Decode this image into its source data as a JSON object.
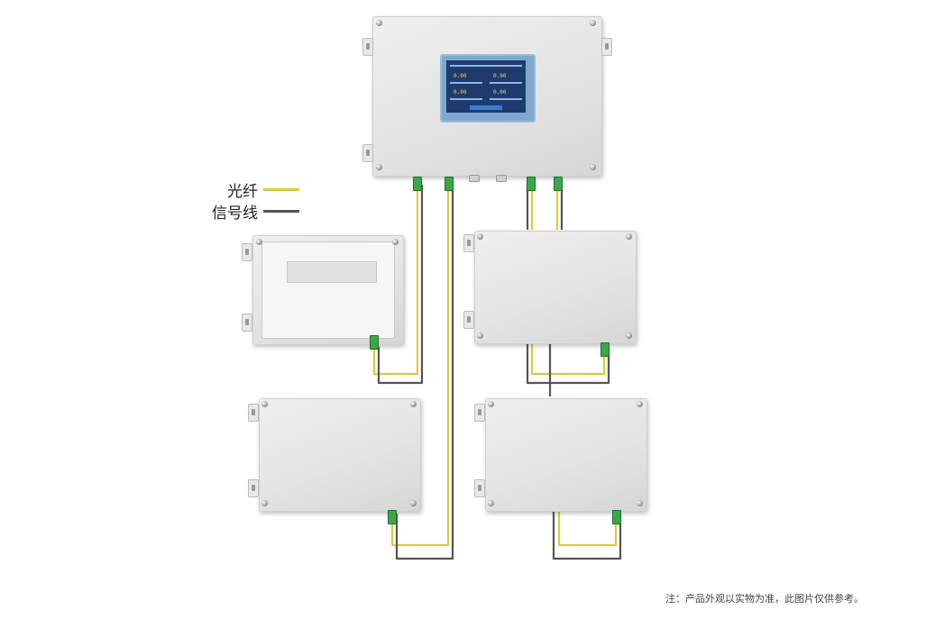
{
  "legend": {
    "items": [
      {
        "label": "光纤",
        "color": "#d8cd3a"
      },
      {
        "label": "信号线",
        "color": "#555555"
      }
    ]
  },
  "footnote": "注：产品外观以实物为准，此图片仅供参考。",
  "colors": {
    "fiber": "#d8cd3a",
    "signal": "#555555",
    "enclosure": "#e4e4e4",
    "screen": "#1f3b6e",
    "connector": "#3aa84a"
  },
  "display": {
    "readings": [
      "0.00",
      "0.00",
      "0.00",
      "0.00"
    ]
  }
}
